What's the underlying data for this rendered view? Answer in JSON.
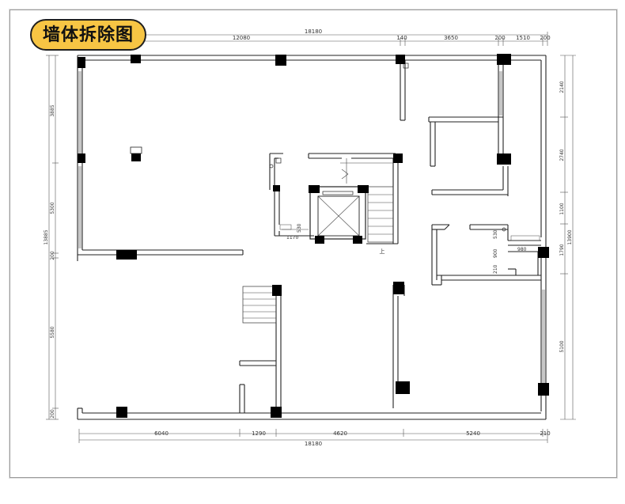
{
  "title": "墙体拆除图",
  "dims_top": {
    "total": "18180",
    "d1": "12080",
    "d2": "140",
    "d3": "3650",
    "d4": "200",
    "d5": "1510",
    "d6": "200"
  },
  "dims_bottom": {
    "total": "18180",
    "d1": "6040",
    "d2": "1290",
    "d3": "4620",
    "d4": "5240",
    "d5": "210"
  },
  "dims_left": {
    "total": "13885",
    "d1": "3885",
    "d2": "5300",
    "d3": "200",
    "d4": "5580",
    "d5": "200"
  },
  "dims_right": {
    "total": "13900",
    "d1": "2140",
    "d2": "2740",
    "d3": "1100",
    "d4": "1790",
    "d5": "5100"
  },
  "inner_dims": {
    "a": "1170",
    "b": "530",
    "c": "900",
    "d": "980",
    "e": "530",
    "f": "210"
  },
  "stair_label": "上"
}
